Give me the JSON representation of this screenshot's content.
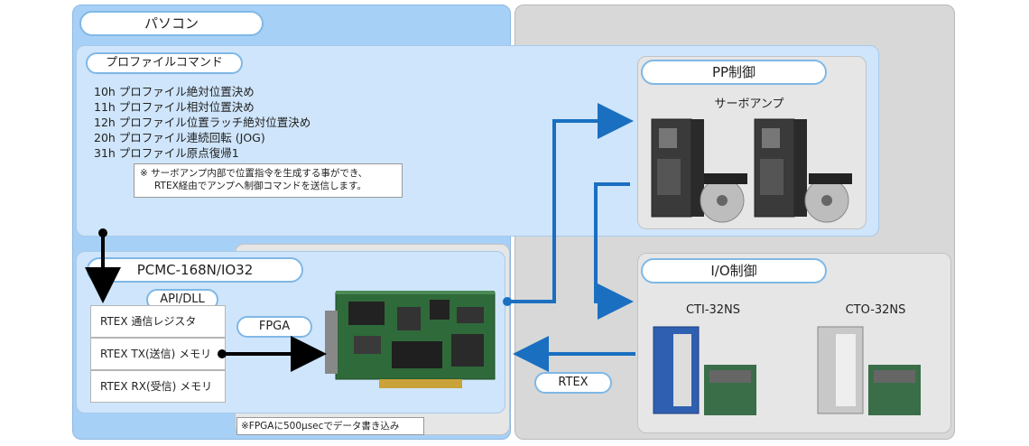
{
  "pc": {
    "title": "パソコン"
  },
  "profile": {
    "title": "プロファイルコマンド",
    "commands": [
      "10h プロファイル絶対位置決め",
      "11h プロファイル相対位置決め",
      "12h プロファイル位置ラッチ絶対位置決め",
      "20h プロファイル連続回転 (JOG)",
      "31h プロファイル原点復帰1"
    ],
    "note_line1": "※ サーボアンプ内部で位置指令を生成する事ができ、",
    "note_line2": "RTEX経由でアンプへ制御コマンドを送信します。"
  },
  "board": {
    "title": "PCMC-168N/IO32",
    "api_label": "API/DLL",
    "fpga_label": "FPGA",
    "registers": [
      "RTEX 通信レジスタ",
      "RTEX TX(送信) メモリ",
      "RTEX RX(受信) メモリ"
    ],
    "footnote": "※FPGAに500μsecでデータ書き込み"
  },
  "pp": {
    "title": "PP制御",
    "device_label": "サーボアンプ"
  },
  "io": {
    "title": "I/O制御",
    "device1": "CTI-32NS",
    "device2": "CTO-32NS"
  },
  "link": {
    "label": "RTEX"
  },
  "colors": {
    "arrow_blue": "#1a6fc0",
    "panel_blue": "#a7d0f7",
    "panel_gray": "#d8d8d8"
  }
}
